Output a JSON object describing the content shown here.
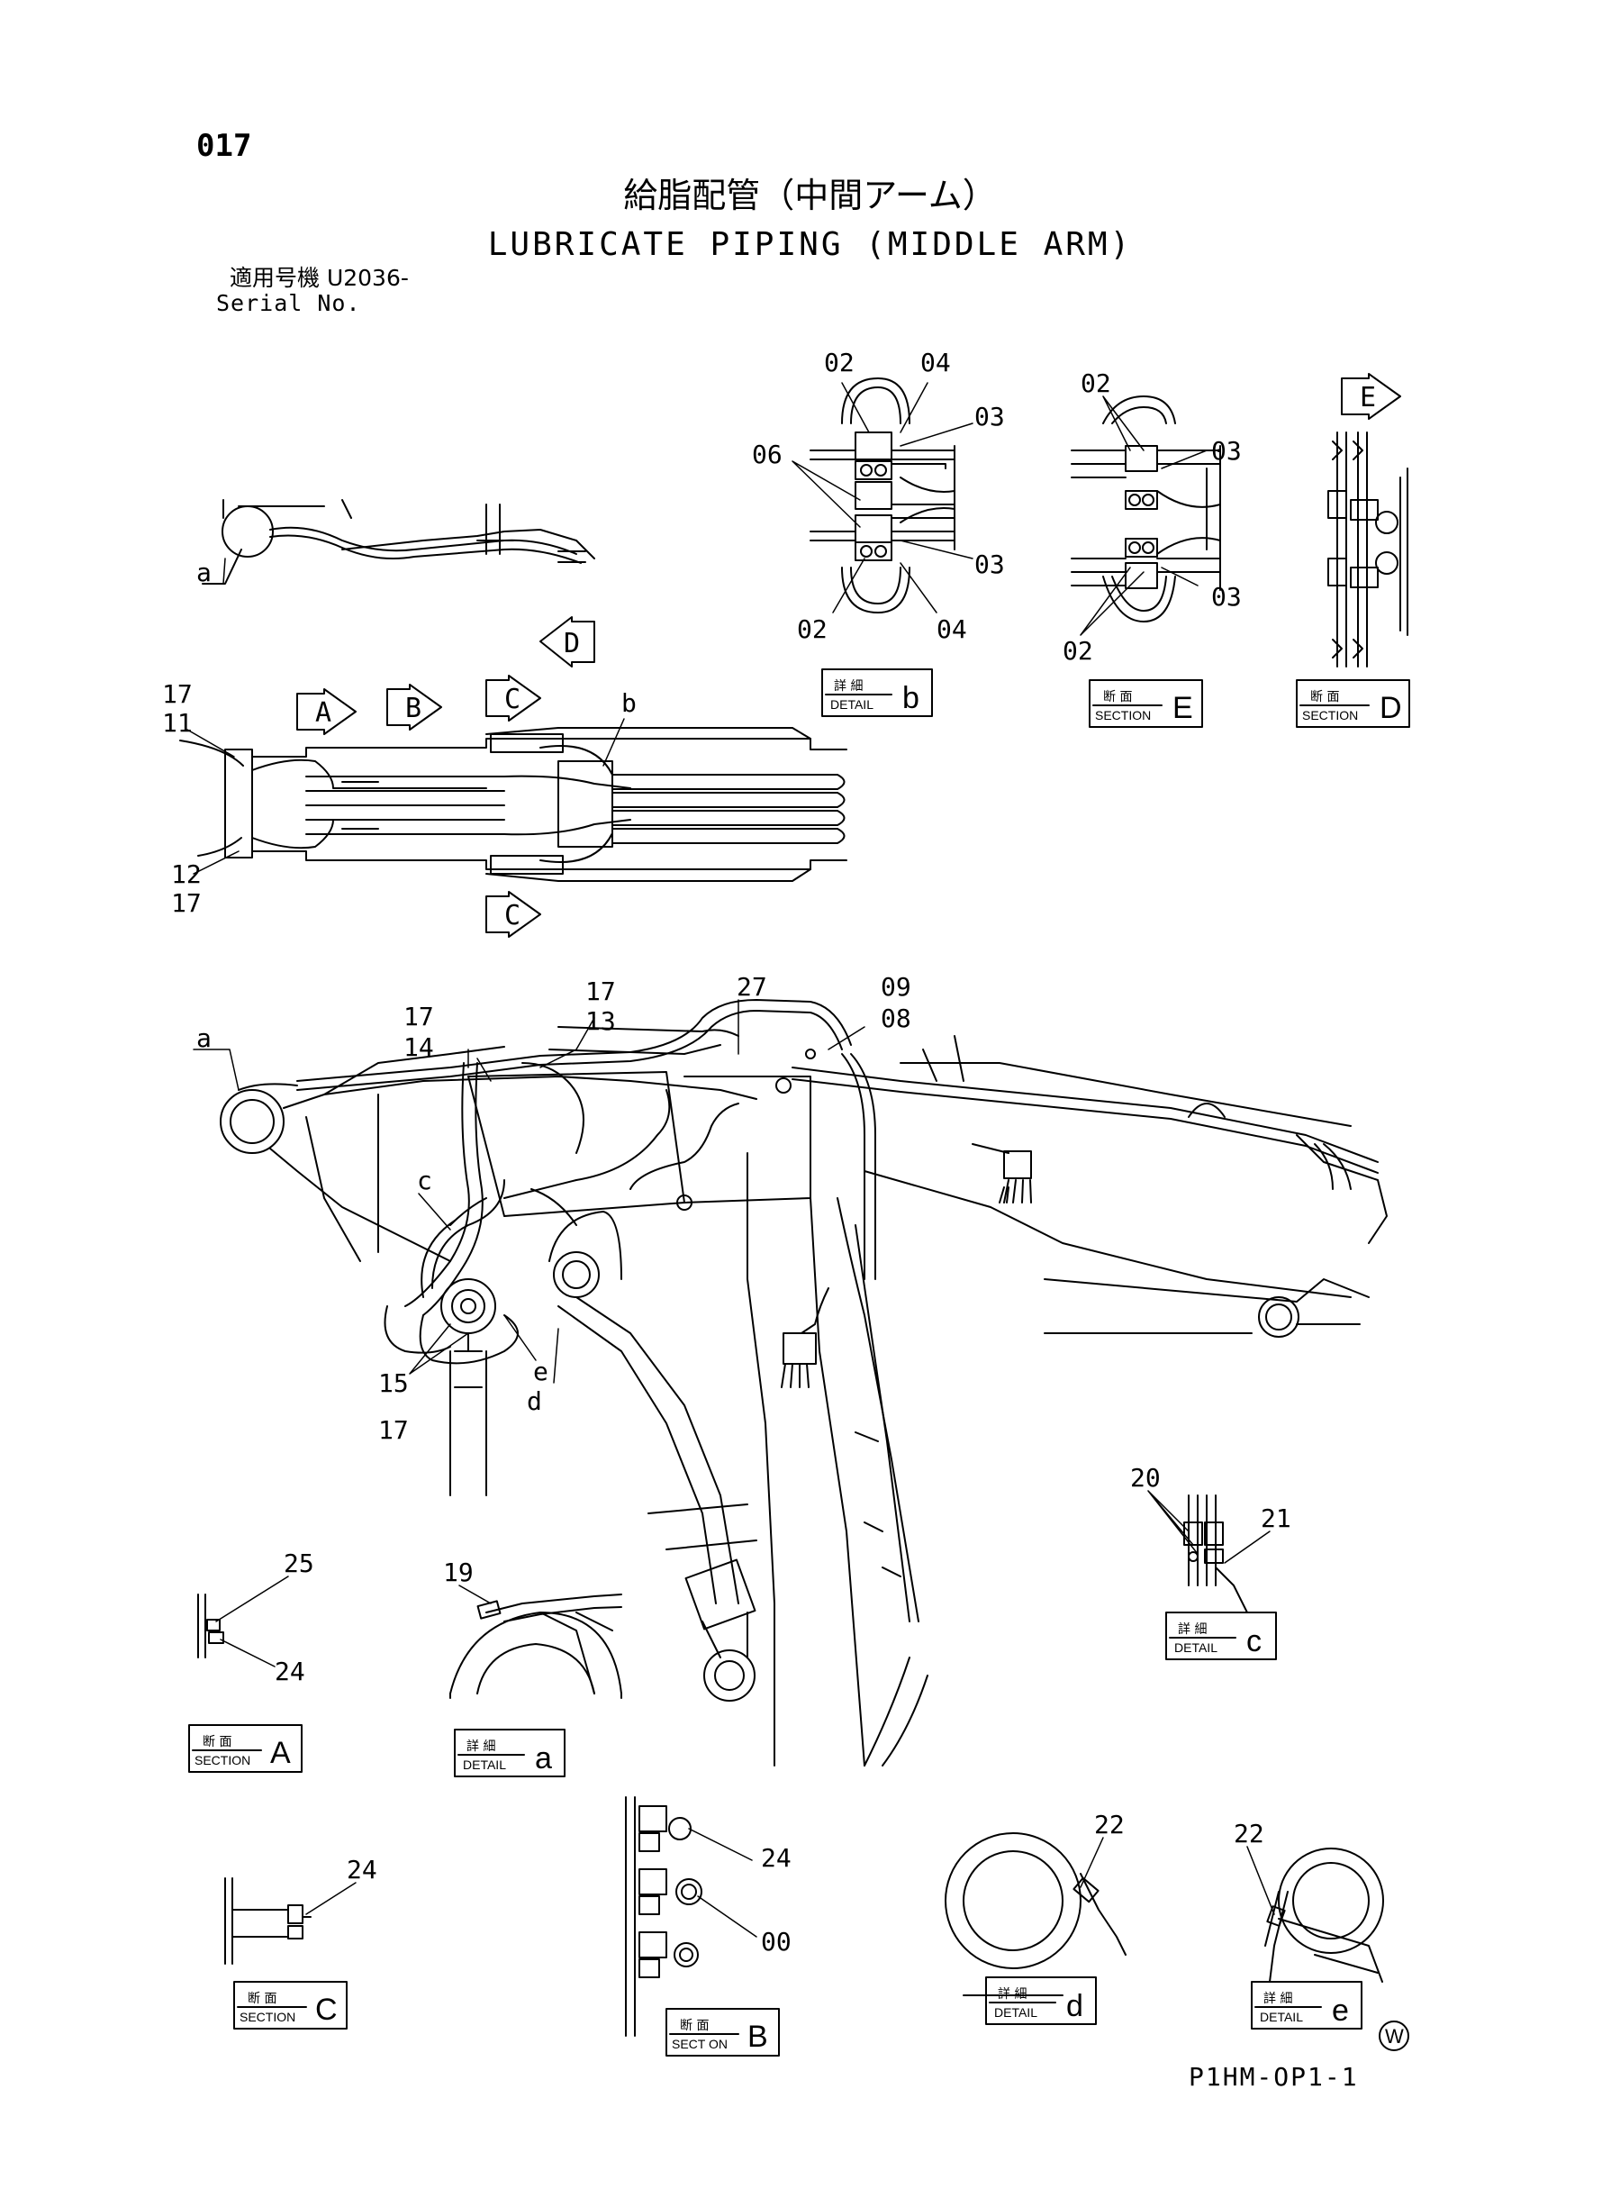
{
  "header": {
    "page_number": "017",
    "title_jp": "給脂配管（中間アーム）",
    "title_en": "LUBRICATE PIPING (MIDDLE ARM)",
    "serial_jp": "適用号機  U2036-",
    "serial_en": "Serial No."
  },
  "callouts": {
    "c00": "00",
    "c02": "02",
    "c03": "03",
    "c04": "04",
    "c06": "06",
    "c08": "08",
    "c09": "09",
    "c11": "11",
    "c12": "12",
    "c13": "13",
    "c14": "14",
    "c15": "15",
    "c17": "17",
    "c19": "19",
    "c20": "20",
    "c21": "21",
    "c22": "22",
    "c24": "24",
    "c25": "25",
    "c27": "27"
  },
  "refs": {
    "a": "a",
    "b": "b",
    "c": "c",
    "d": "d",
    "e": "e"
  },
  "views": {
    "A": "A",
    "B": "B",
    "C": "C",
    "D": "D",
    "E": "E"
  },
  "captions": {
    "detail_jp": "詳 細",
    "detail_en": "DETAIL",
    "section_jp": "断 面",
    "section_en": "SECTION",
    "section_b_en": "SECT ON"
  },
  "footer": {
    "doc_id": "P1HM-OP1-1",
    "mark": "W"
  }
}
